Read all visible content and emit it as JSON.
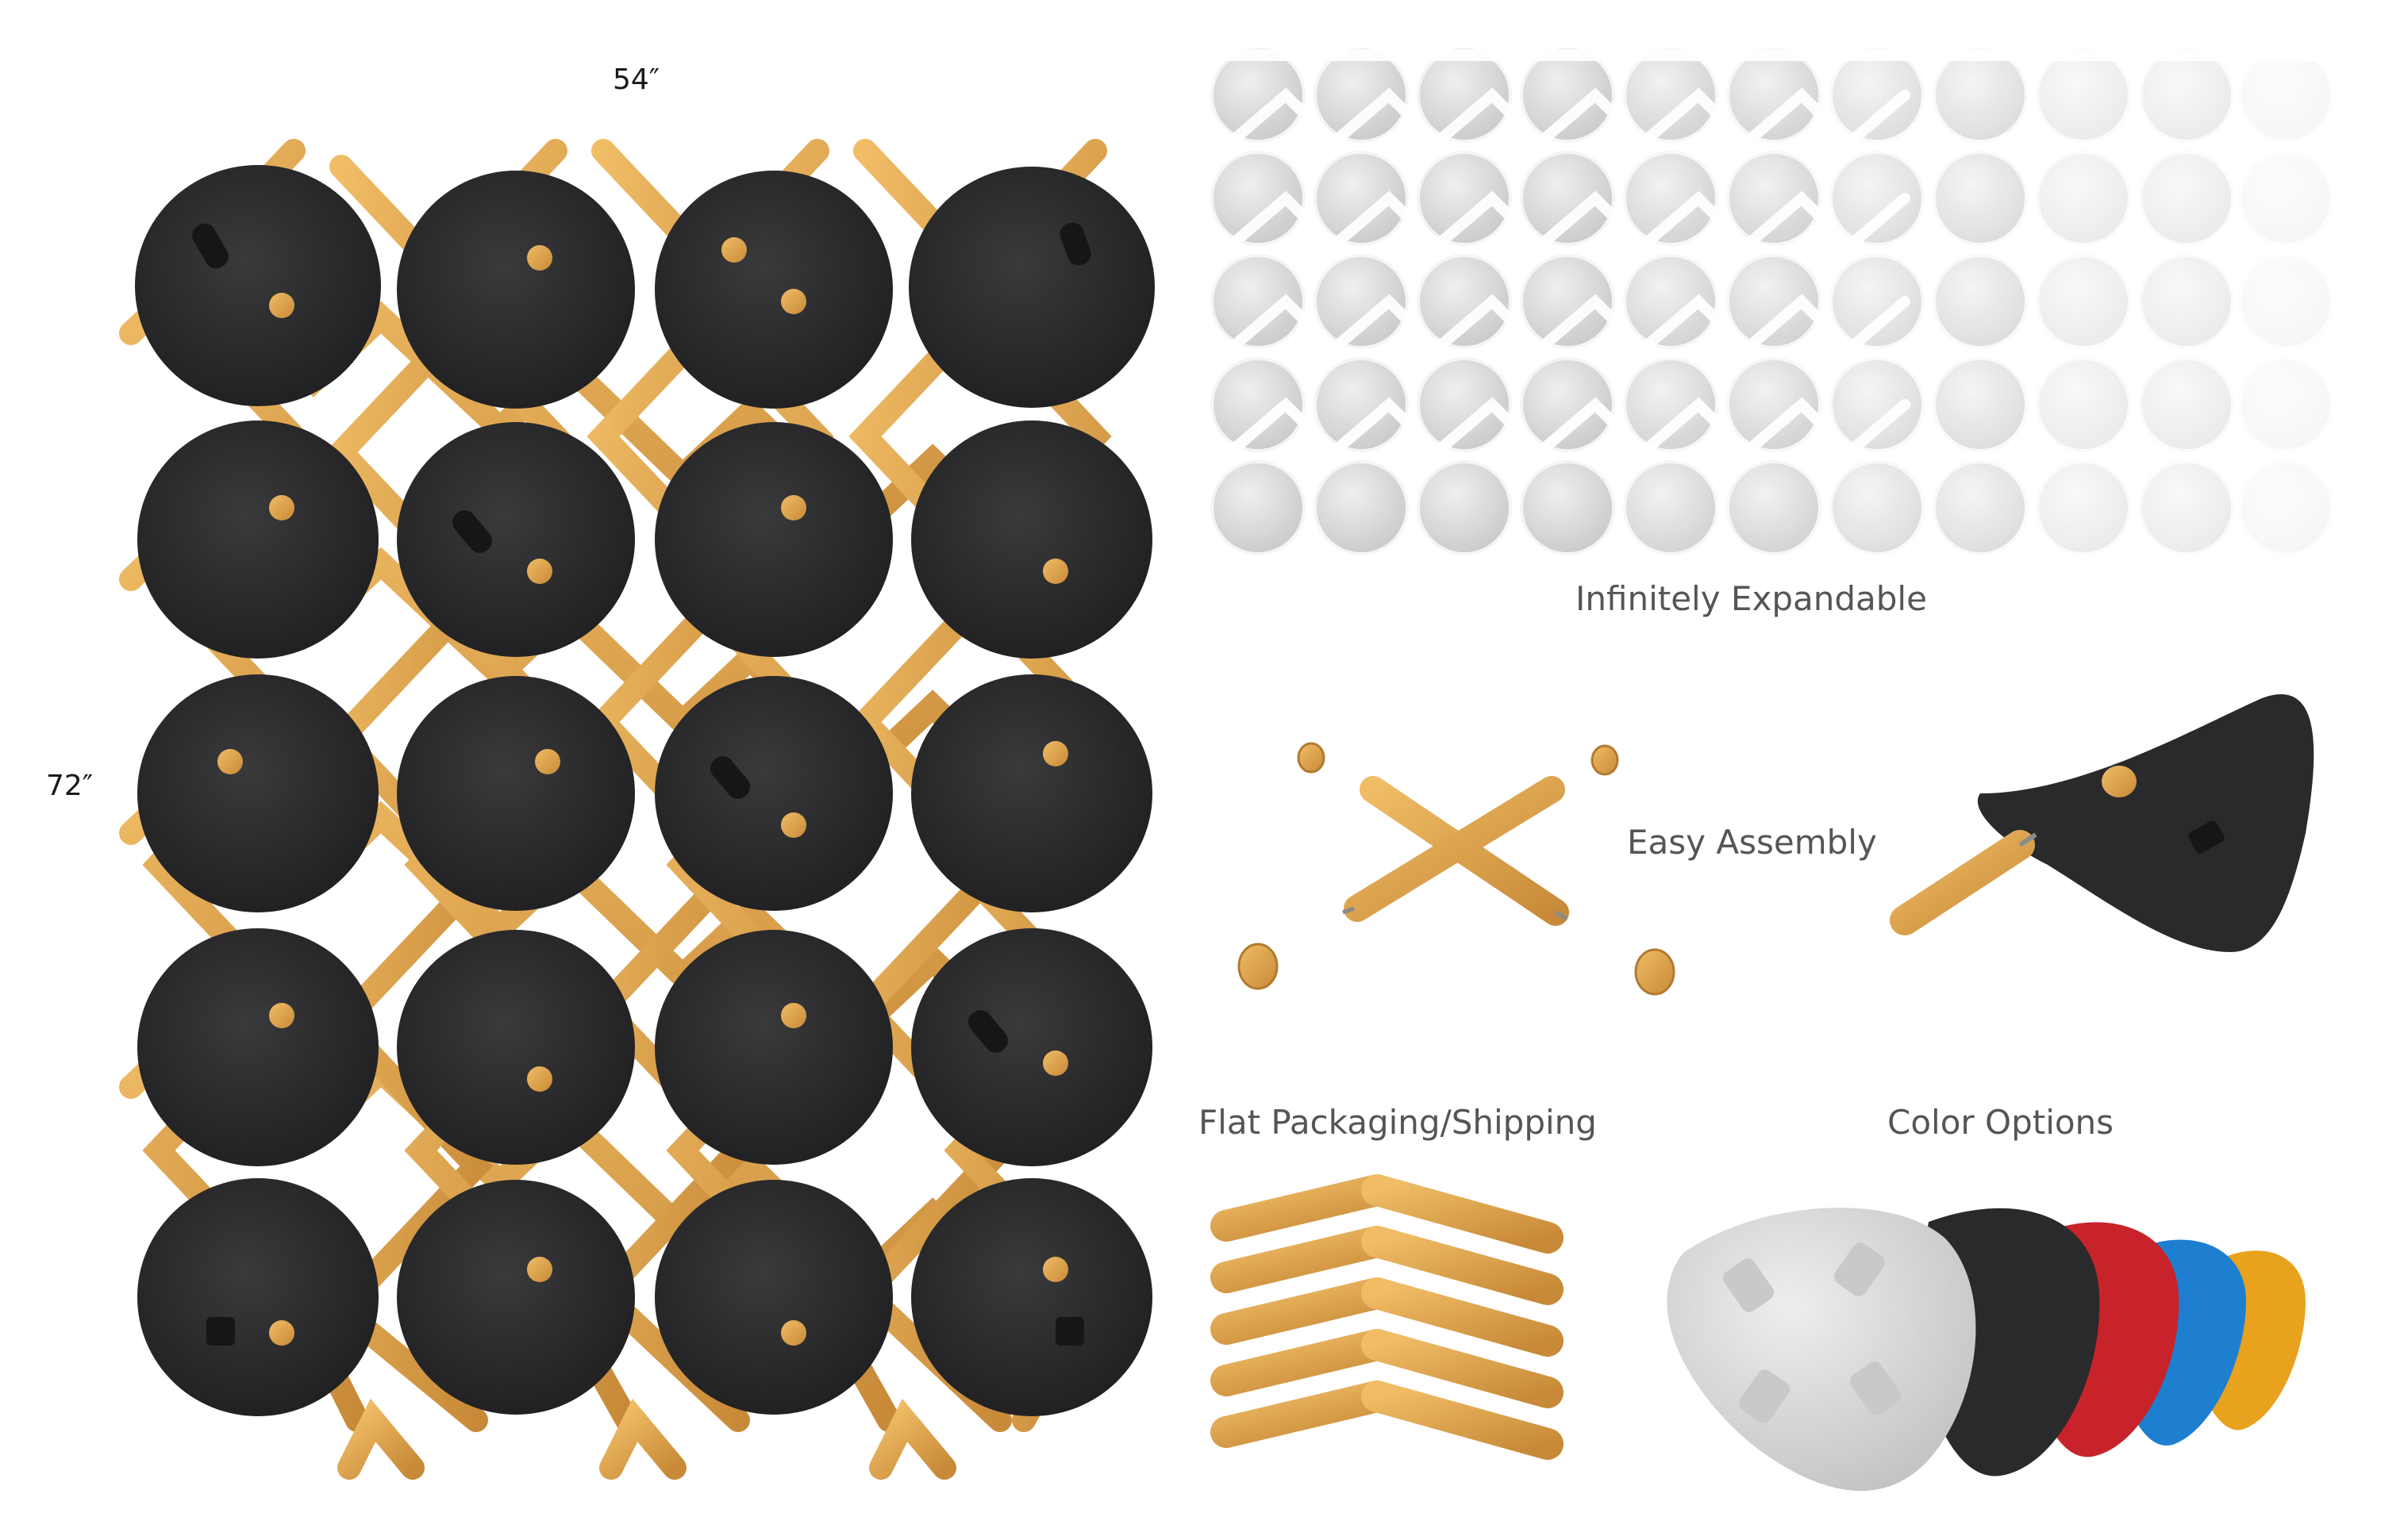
{
  "dimensions": {
    "width": "54″",
    "height": "72″"
  },
  "captions": {
    "expandable": "Infinitely Expandable",
    "assembly": "Easy Assembly",
    "packaging": "Flat Packaging/Shipping",
    "colors": "Color Options"
  },
  "palette": {
    "felt_dark": "#2b2b2d",
    "wood": "#e0a54e",
    "wood_dark": "#b27a2f",
    "felt_gray": "#d9d9d9",
    "felt_black": "#2a2a2c",
    "felt_red": "#c8232a",
    "felt_blue": "#1e7fd0",
    "felt_yellow": "#e8a21e"
  },
  "color_swatches": [
    "felt-gray",
    "felt-black",
    "felt-red",
    "felt-blue",
    "felt-yellow"
  ]
}
